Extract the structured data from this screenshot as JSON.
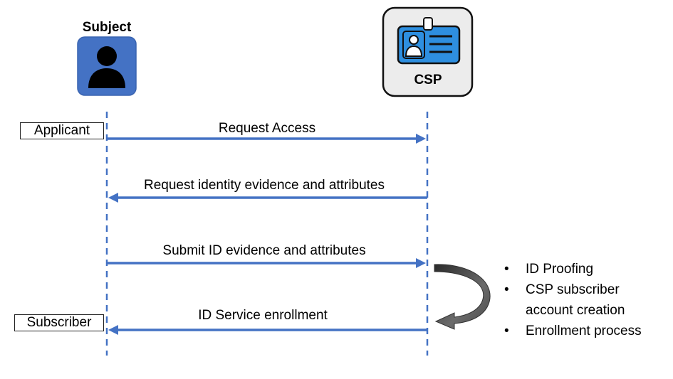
{
  "subject": {
    "title": "Subject",
    "icon": "person-icon"
  },
  "csp": {
    "label": "CSP",
    "icon": "id-badge-icon"
  },
  "roles": {
    "applicant": "Applicant",
    "subscriber": "Subscriber"
  },
  "messages": [
    {
      "label": "Request Access",
      "direction": "subject-to-csp"
    },
    {
      "label": "Request identity evidence and attributes",
      "direction": "csp-to-subject"
    },
    {
      "label": "Submit ID evidence and attributes",
      "direction": "subject-to-csp"
    },
    {
      "label": "ID Service enrollment",
      "direction": "csp-to-subject"
    }
  ],
  "process_steps": [
    "ID Proofing",
    "CSP subscriber account creation",
    "Enrollment process"
  ],
  "colors": {
    "arrow": "#4472c4",
    "subject_icon_bg": "#4472c4",
    "badge_blue": "#2e8fe0",
    "csp_box_bg": "#ececec",
    "curved_arrow": "#404040"
  }
}
